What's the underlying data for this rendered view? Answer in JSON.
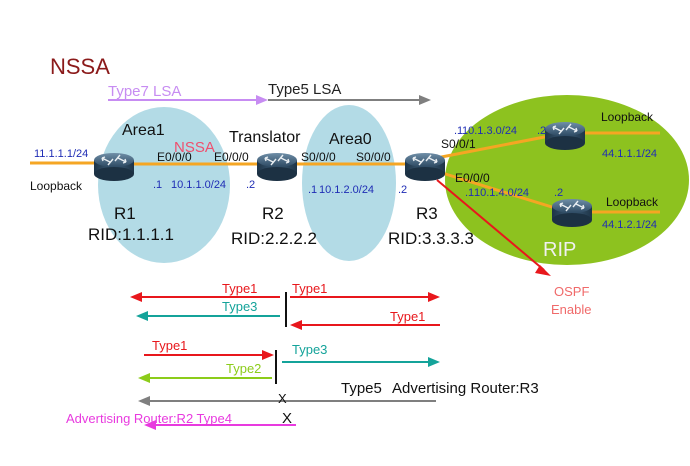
{
  "title": "NSSA",
  "header_arrows": {
    "type7": "Type7 LSA",
    "type5": "Type5 LSA"
  },
  "areas": {
    "area1": "Area1",
    "nssa": "NSSA",
    "translator": "Translator",
    "area0": "Area0",
    "rip": "RIP"
  },
  "routers": {
    "r1": {
      "name": "R1",
      "rid": "RID:1.1.1.1"
    },
    "r2": {
      "name": "R2",
      "rid": "RID:2.2.2.2"
    },
    "r3": {
      "name": "R3",
      "rid": "RID:3.3.3.3"
    },
    "ra": {
      "name": "Loopback",
      "net": "44.1.1.1/24"
    },
    "rb": {
      "name": "Loopback",
      "net": "44.1.2.1/24"
    }
  },
  "links": {
    "r1_loopback_net": "11.1.1.1/24",
    "r1_loopback": "Loopback",
    "r1_if": "E0/0/0",
    "r2_if_left": "E0/0/0",
    "net_r1_r2": "10.1.1.0/24",
    "r1_host": ".1",
    "r2_host_left": ".2",
    "r2_if_right": "S0/0/0",
    "r3_if_left": "S0/0/0",
    "net_r2_r3": "10.1.2.0/24",
    "r2_host_right": ".1",
    "r3_host_left": ".2",
    "r3_if_s001": "S0/0/1",
    "net_r3_ra": "10.1.3.0/24",
    "r3_host_up": ".1",
    "ra_host": ".2",
    "r3_if_e000": "E0/0/0",
    "net_r3_rb": "10.1.4.0/24",
    "r3_host_down": ".1",
    "rb_host": ".2"
  },
  "ospf_enable": {
    "line1": "OSPF",
    "line2": "Enable"
  },
  "flows": {
    "a_type1": "Type1",
    "a_type3": "Type3",
    "b_type1_top": "Type1",
    "b_type1_bottom": "Type1",
    "c_type1": "Type1",
    "c_type2": "Type2",
    "c_type3": "Type3",
    "d_type5": "Type5",
    "d_adv": "Advertising Router:R3",
    "x_mark_1": "X",
    "x_mark_2": "X",
    "e_adv": "Advertising Router:R2 Type4"
  },
  "colors": {
    "title": "#8b1a1a",
    "area_blue": "#b3dbe6",
    "rip_green": "#8dc21f",
    "link_orange": "#f5a623",
    "red": "#e8171c",
    "teal": "#14a39a",
    "gray": "#7f7f7f",
    "violet": "#c78cf2",
    "magenta": "#e83adf",
    "lime": "#8ccc1a",
    "blue_text": "#1f2db5",
    "rip_text": "#f0f0f0"
  }
}
